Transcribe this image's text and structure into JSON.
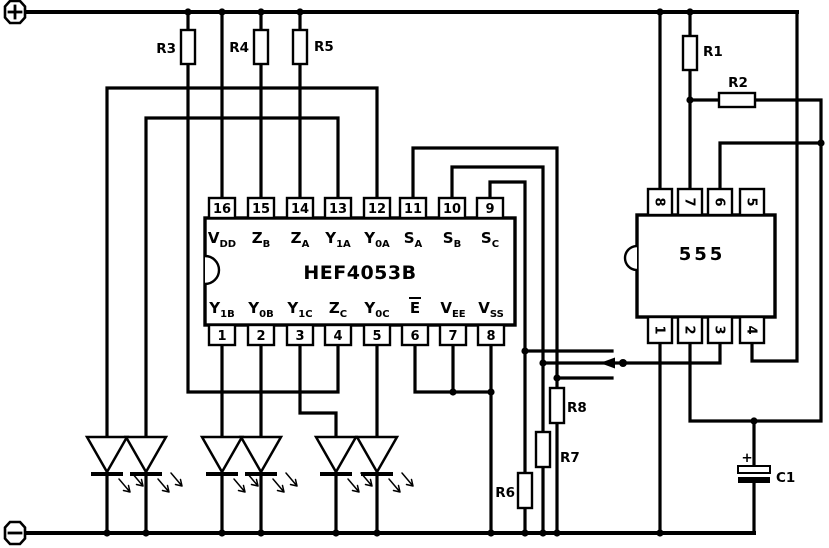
{
  "terminals": {
    "positive": "+",
    "negative": "−"
  },
  "resistors": {
    "r1": "R1",
    "r2": "R2",
    "r3": "R3",
    "r4": "R4",
    "r5": "R5",
    "r6": "R6",
    "r7": "R7",
    "r8": "R8"
  },
  "capacitor": {
    "label": "C1",
    "polarity": "+"
  },
  "ic4053": {
    "name": "HEF4053B",
    "top_pins": [
      {
        "num": "16",
        "main": "V",
        "sub": "DD"
      },
      {
        "num": "15",
        "main": "Z",
        "sub": "B"
      },
      {
        "num": "14",
        "main": "Z",
        "sub": "A"
      },
      {
        "num": "13",
        "main": "Y",
        "sub": "1A"
      },
      {
        "num": "12",
        "main": "Y",
        "sub": "0A"
      },
      {
        "num": "11",
        "main": "S",
        "sub": "A"
      },
      {
        "num": "10",
        "main": "S",
        "sub": "B"
      },
      {
        "num": "9",
        "main": "S",
        "sub": "C"
      }
    ],
    "bottom_pins": [
      {
        "num": "1",
        "main": "Y",
        "sub": "1B"
      },
      {
        "num": "2",
        "main": "Y",
        "sub": "0B"
      },
      {
        "num": "3",
        "main": "Y",
        "sub": "1C"
      },
      {
        "num": "4",
        "main": "Z",
        "sub": "C"
      },
      {
        "num": "5",
        "main": "Y",
        "sub": "0C"
      },
      {
        "num": "6",
        "main": "E",
        "sub": ""
      },
      {
        "num": "7",
        "main": "V",
        "sub": "EE"
      },
      {
        "num": "8",
        "main": "V",
        "sub": "SS"
      }
    ]
  },
  "ic555": {
    "name": "555",
    "top_pins": [
      "8",
      "7",
      "6",
      "5"
    ],
    "bottom_pins": [
      "1",
      "2",
      "3",
      "4"
    ]
  }
}
